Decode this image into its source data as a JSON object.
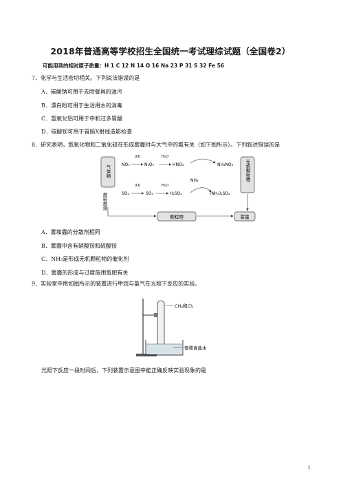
{
  "header": {
    "title": "2018年普通高等学校招生全国统一考试理综试题（全国卷2）",
    "atomic_masses": "可能用到的相对原子质量：H 1  C 12  N 14  O 16  Na 23  P 31  S 32  Fe 56"
  },
  "q7": {
    "stem": "7．化学与生活密切相关。下列说法错误的是",
    "options": [
      "A．碳酸钠可用于去除餐具的油污",
      "B．漂白粉可用于生活用水的消毒",
      "C．氢氧化铝可用于中和过多胃酸",
      "D．碳酸钡可用于胃肠X射线造影检查"
    ]
  },
  "q8": {
    "stem": "8．研究表明，氮氧化物和二氧化硫在形成雾霾时与大气中的氨有关（如下图所示）。下列叙述错误的是",
    "diagram": {
      "gas": "气体物",
      "fuel": "燃料燃烧",
      "inorganic": "无机颗粒物",
      "particulate": "颗粒物",
      "haze": "雾霾",
      "o1": "[O]",
      "h2o1": "H₂O",
      "no_x": "NOₓ",
      "n2o5": "N₂O₅",
      "hno3": "HNO₃",
      "nh4no3": "NH₄NO₃",
      "nh3": "NH₃",
      "o2": "[O]",
      "h2o2": "H₂O",
      "so2": "SO₂",
      "so3": "SO₃",
      "h2so4": "H₂SO₄",
      "nh4so4": "(NH₄)₂SO₄"
    },
    "options": [
      "A．雾和霾的分散剂相同",
      "B．雾霾中含有硝酸铵和硫酸铵",
      "C．NH₃是形成无机颗粒物的催化剂",
      "D．雾霾的形成与过度施用氮肥有关"
    ]
  },
  "q9": {
    "stem": "9．实验室中用如图所示的装置进行甲烷与氯气在光照下反应的实验。",
    "apparatus": {
      "tube_label": "CH₄和Cl₂",
      "water_label": "饱和食盐水"
    },
    "followup": "光照下反应一段时间后，下列装置示意图中能正确反映实验现象的是"
  },
  "footer": {
    "page_number": "1"
  }
}
